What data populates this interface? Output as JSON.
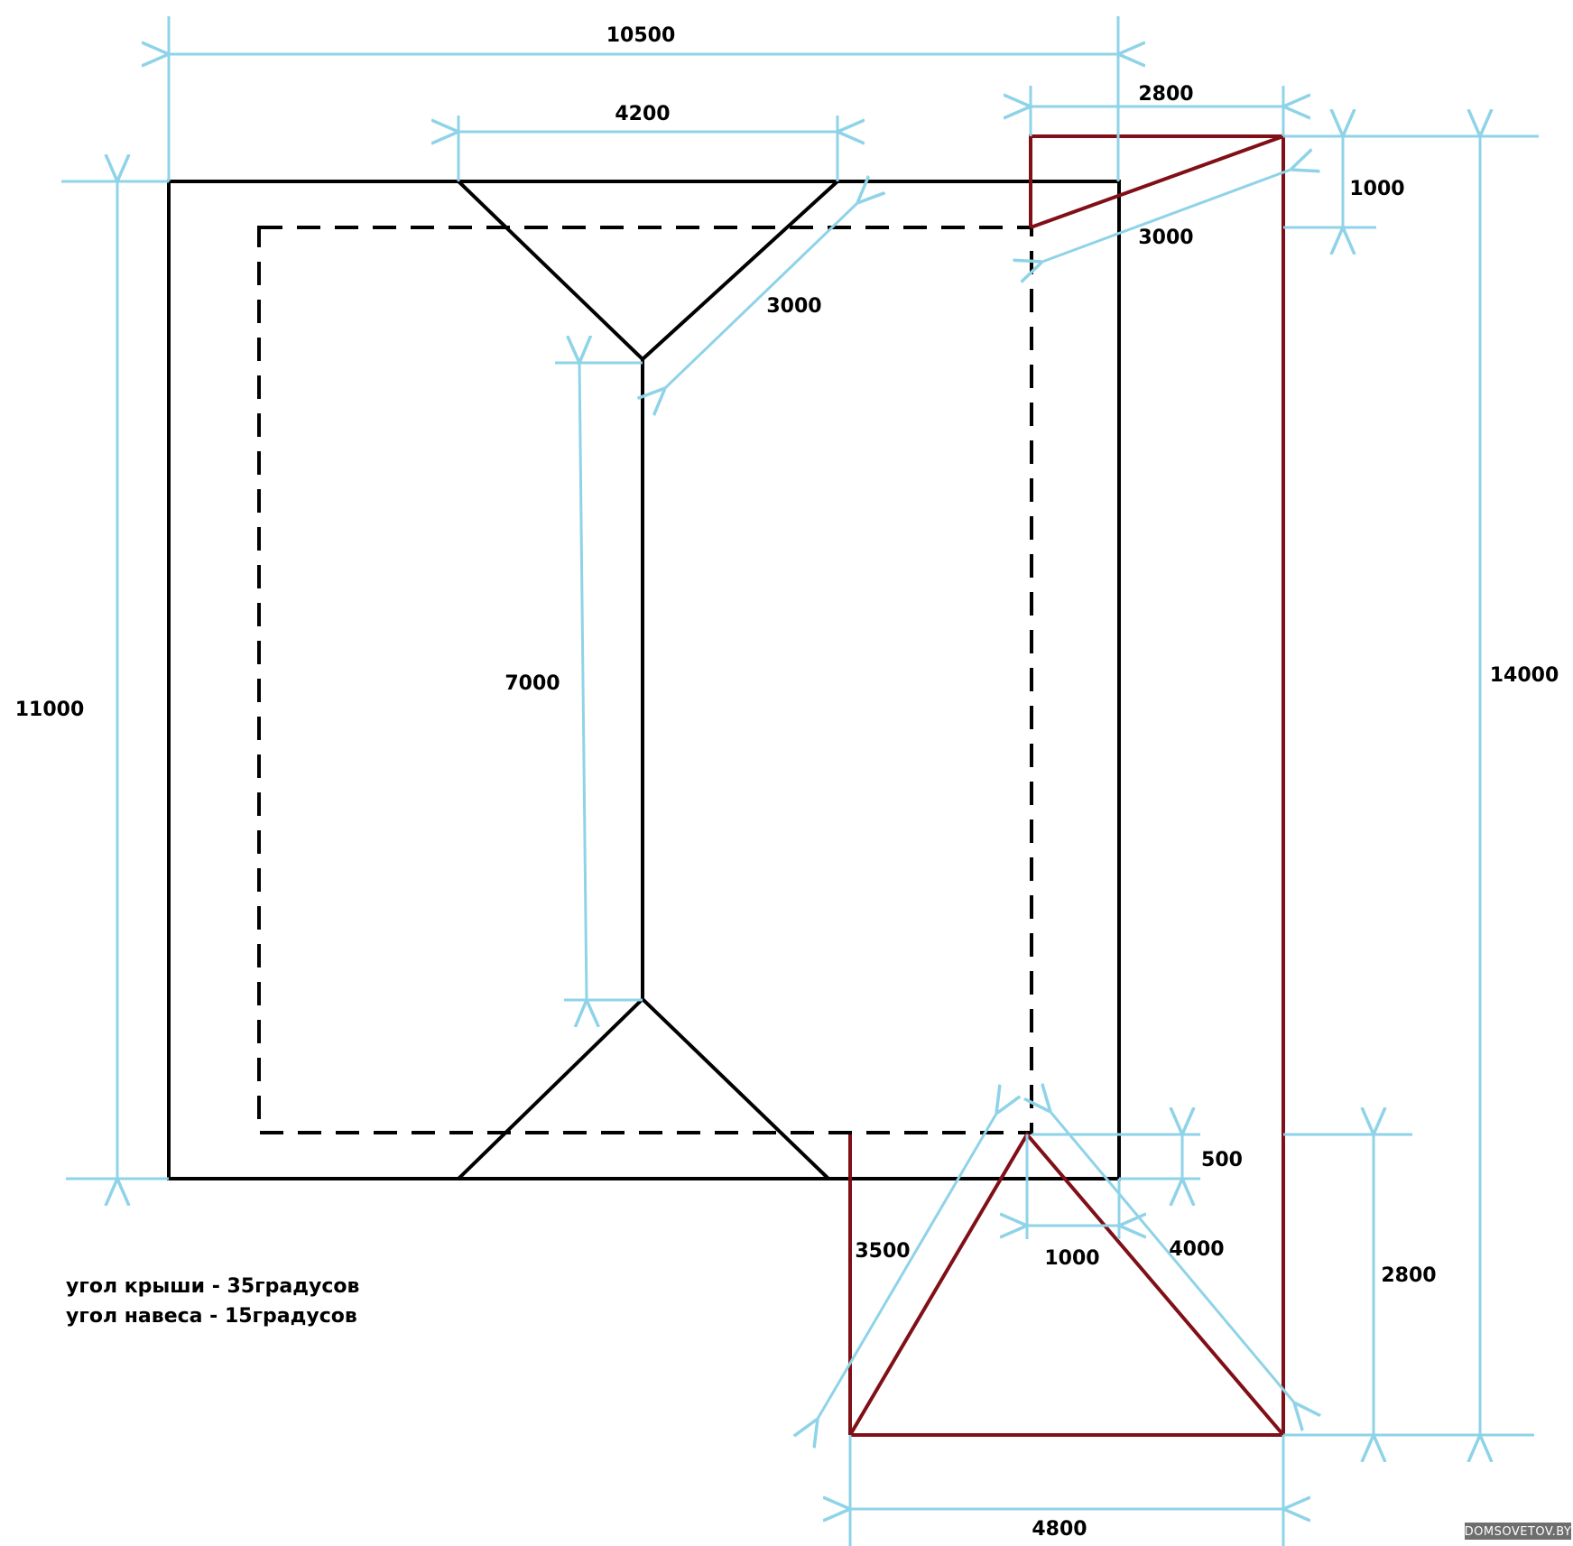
{
  "colors": {
    "house": "#000000",
    "canopy": "#800f17",
    "dimension": "#8fd3e8",
    "watermark_bg": "#6e6e6e"
  },
  "dimensions": {
    "overall_width": "10500",
    "ridge_gable_top": "4200",
    "canopy_top_width": "2800",
    "canopy_top_offset": "1000",
    "hip_top": "3000",
    "canopy_top_slope": "3000",
    "ridge_length": "7000",
    "house_depth": "11000",
    "canopy_total_depth": "14000",
    "eave_offset": "500",
    "canopy_left_slope": "3500",
    "canopy_right_slope": "4000",
    "canopy_apex_offset": "1000",
    "canopy_lower_depth": "2800",
    "canopy_bottom_width": "4800"
  },
  "notes": {
    "roof_angle": "угол крыши - 35градусов",
    "canopy_angle": "угол навеса - 15градусов"
  },
  "watermark": "DOMSOVETOV.BY"
}
